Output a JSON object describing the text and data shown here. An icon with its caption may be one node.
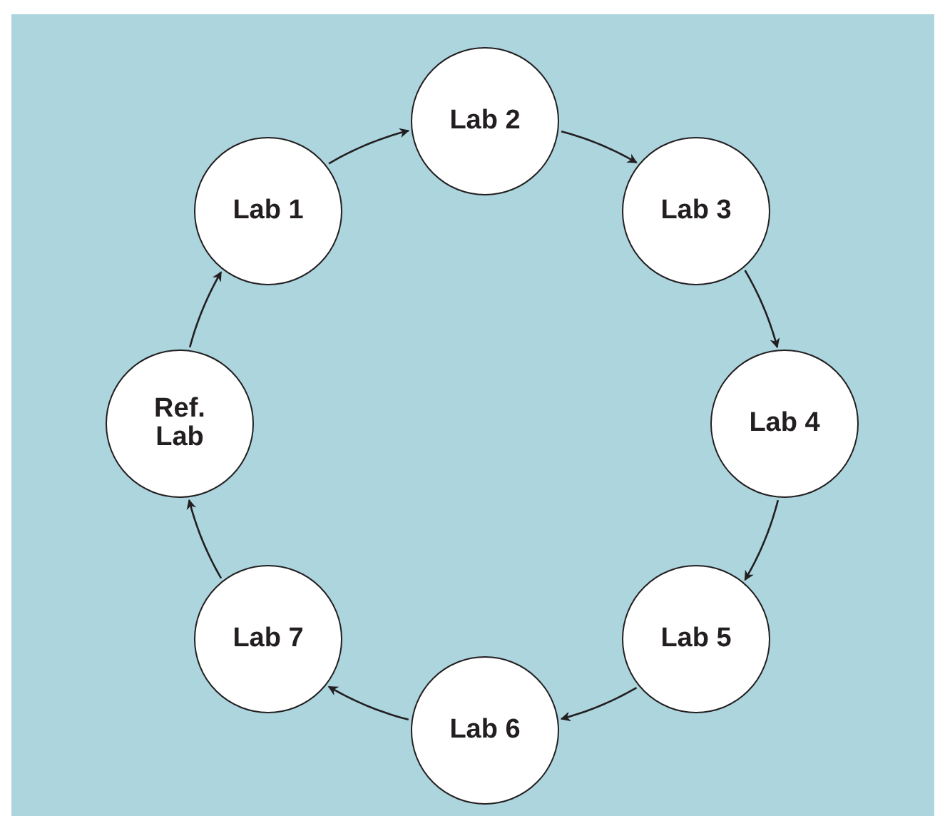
{
  "diagram": {
    "nodes": [
      {
        "text": [
          "Ref. Lab"
        ]
      },
      {
        "text": [
          "Lab 1"
        ]
      },
      {
        "text": [
          "Lab 2"
        ]
      },
      {
        "text": [
          "Lab 3"
        ]
      },
      {
        "text": [
          "Lab 4"
        ]
      },
      {
        "text": [
          "Lab 5"
        ]
      },
      {
        "text": [
          "Lab 6"
        ]
      },
      {
        "text": [
          "Lab 7"
        ]
      }
    ],
    "edges": [
      {
        "from": 0,
        "to": 1,
        "arrow": "to"
      },
      {
        "from": 1,
        "to": 2,
        "arrow": "to"
      },
      {
        "from": 2,
        "to": 3,
        "arrow": "to"
      },
      {
        "from": 3,
        "to": 4,
        "arrow": "to"
      },
      {
        "from": 4,
        "to": 5,
        "arrow": "to"
      },
      {
        "from": 5,
        "to": 6,
        "arrow": "to"
      },
      {
        "from": 6,
        "to": 7,
        "arrow": "to"
      },
      {
        "from": 7,
        "to": 0,
        "arrow": "to"
      }
    ]
  }
}
